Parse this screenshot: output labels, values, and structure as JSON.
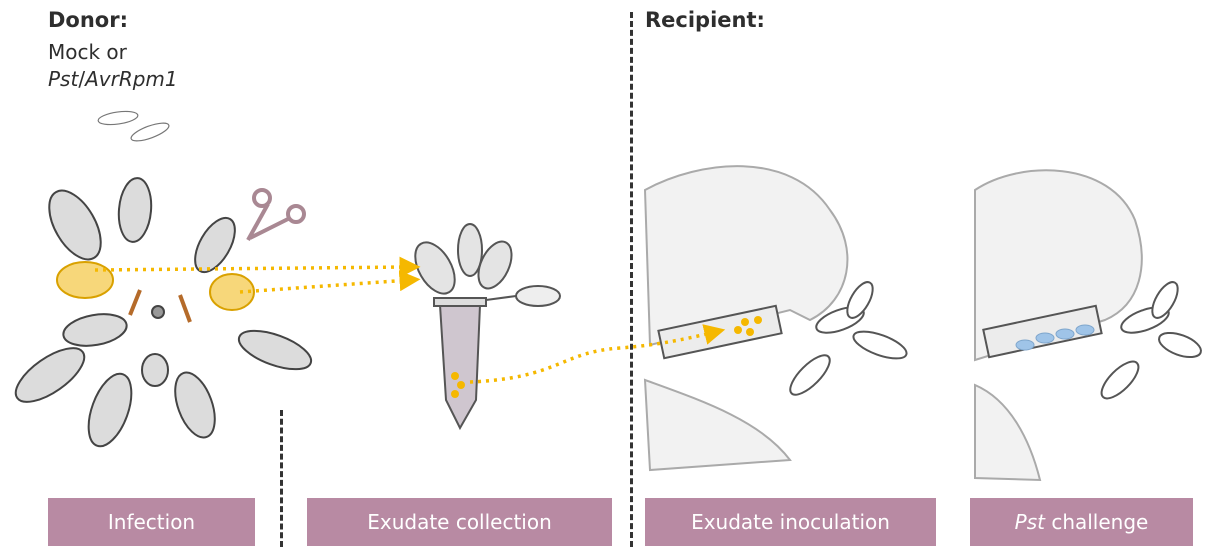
{
  "donor": {
    "title": "Donor:",
    "line1": "Mock or",
    "line2_italic": "Pst",
    "line2_sep": "/",
    "line2_italic_b": "AvrRpm1"
  },
  "recipient": {
    "title": "Recipient:"
  },
  "steps": [
    {
      "label": "Infection"
    },
    {
      "label": "Exudate collection"
    },
    {
      "label": "Exudate inoculation"
    },
    {
      "label_italic": "Pst",
      "label_rest": " challenge"
    }
  ],
  "colors": {
    "step_box": "#b88aa3",
    "arrow": "#f5b800",
    "leaf_highlight": "#f7c742",
    "scissors": "#a98893",
    "droplets": "#9fc4e8"
  }
}
